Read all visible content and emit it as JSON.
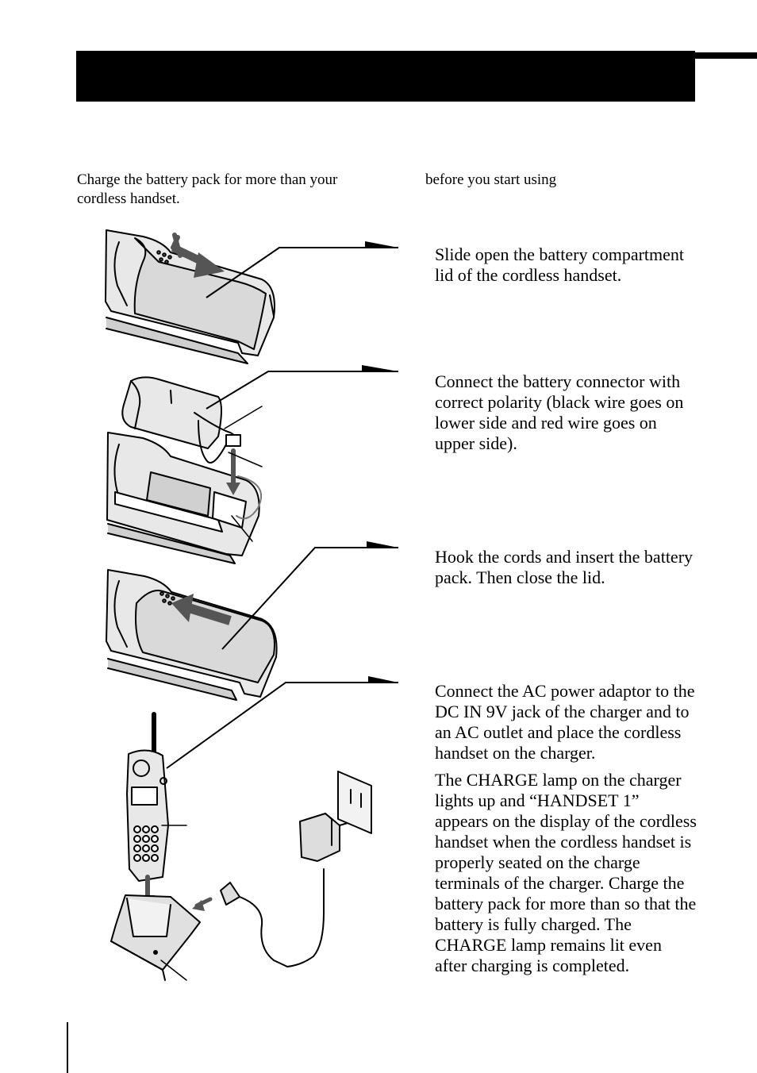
{
  "intro": {
    "left_text": "Charge the battery pack for more than your cordless handset.",
    "right_text": "before you start using"
  },
  "steps": [
    {
      "text": "Slide open the battery compartment lid of the cordless handset."
    },
    {
      "text": "Connect the battery connector with correct polarity (black wire goes on lower side and red wire goes on upper side)."
    },
    {
      "text": "Hook the cords and insert the battery pack. Then close the lid."
    },
    {
      "text": "Connect the AC power adaptor to the DC IN 9V jack of the charger and to an AC outlet and place the cordless handset on the charger.",
      "note": "The CHARGE lamp on the charger lights up and “HANDSET 1” appears on the display of the cordless handset when the cordless handset is properly seated on the charge terminals of the charger. Charge the battery pack for more than so that the battery is fully charged. The CHARGE lamp remains lit even after charging is completed."
    }
  ]
}
